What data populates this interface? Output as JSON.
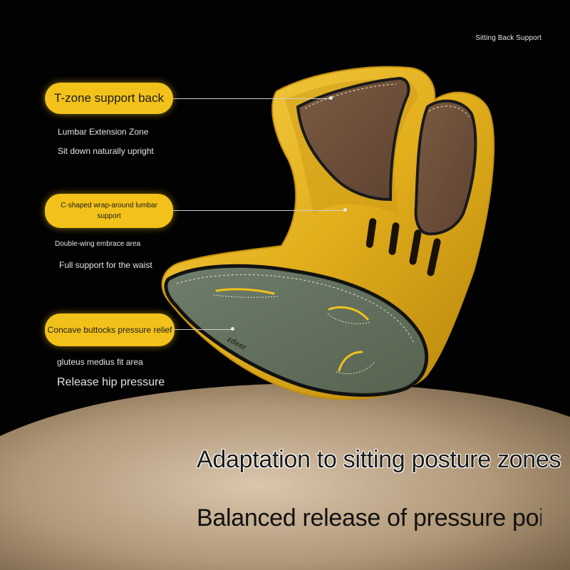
{
  "corner_caption": "Sitting Back Support",
  "callouts": [
    {
      "pill_label": "T-zone support back",
      "details": [
        "Lumbar Extension Zone",
        "Sit down naturally upright"
      ]
    },
    {
      "pill_label": "C-shaped wrap-around lumbar support",
      "details": [
        "Double-wing embrace area",
        "Full support for the waist"
      ]
    },
    {
      "pill_label": "Concave buttocks pressure relief",
      "details": [
        "gluteus medius fit area",
        "Release hip pressure"
      ]
    }
  ],
  "headlines": [
    "Adaptation to sitting posture zones",
    "Balanced release of pressure point"
  ],
  "product_brand": "zdeer",
  "colors": {
    "background": "#020202",
    "accent_yellow": "#f2c21a",
    "pad_brown": "#6e503a",
    "pad_gray": "#657363",
    "floor_tan": "#9a8163"
  }
}
